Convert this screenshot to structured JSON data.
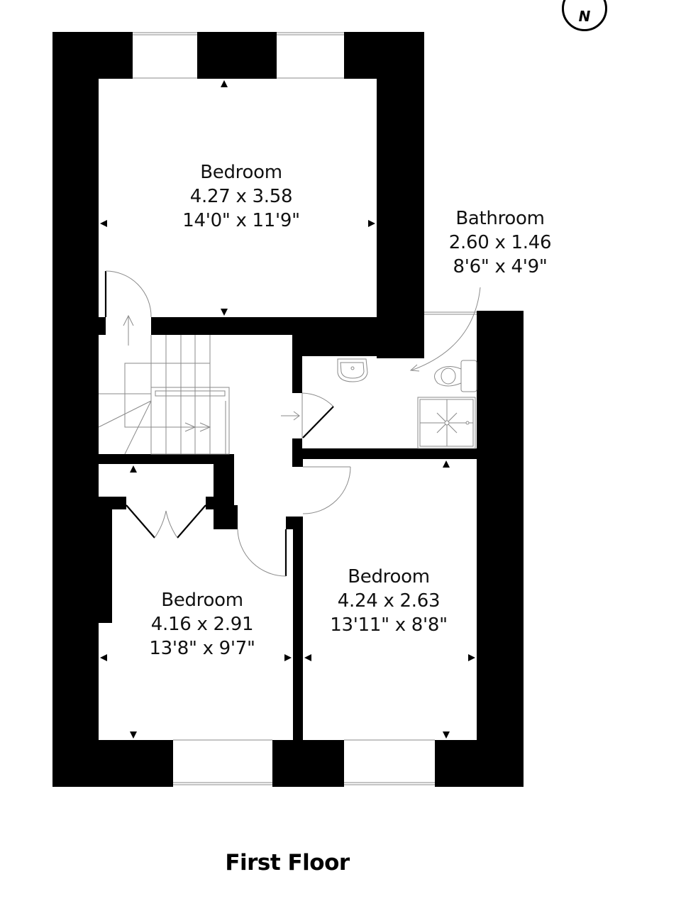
{
  "compass": {
    "label": "N",
    "icon": "north-arrow-icon"
  },
  "floor": {
    "title": "First Floor"
  },
  "rooms": [
    {
      "id": "bedroom-1",
      "name": "Bedroom",
      "metric": "4.27 x 3.58",
      "imperial": "14'0\" x 11'9\""
    },
    {
      "id": "bathroom",
      "name": "Bathroom",
      "metric": "2.60 x 1.46",
      "imperial": "8'6\" x 4'9\""
    },
    {
      "id": "bedroom-2",
      "name": "Bedroom",
      "metric": "4.16 x 2.91",
      "imperial": "13'8\" x 9'7\""
    },
    {
      "id": "bedroom-3",
      "name": "Bedroom",
      "metric": "4.24 x 2.63",
      "imperial": "13'11\" x 8'8\""
    }
  ],
  "fixtures": [
    "staircase",
    "wash-basin",
    "toilet",
    "shower-tray",
    "wardrobe"
  ],
  "colors": {
    "wall": "#000000",
    "fixture_line": "#8a8a8a",
    "background": "#ffffff"
  }
}
